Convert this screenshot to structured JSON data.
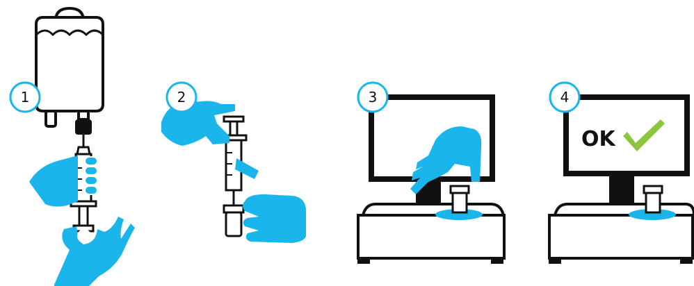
{
  "steps": [
    {
      "number": "1"
    },
    {
      "number": "2"
    },
    {
      "number": "3"
    },
    {
      "number": "4"
    }
  ],
  "screen_message": "OK",
  "colors": {
    "hand": "#1ab5ea",
    "line": "#111111",
    "badge_ring": "#1ab5ea",
    "check": "#8cc63f",
    "screen": "#111111",
    "pad": "#1ab5ea"
  }
}
